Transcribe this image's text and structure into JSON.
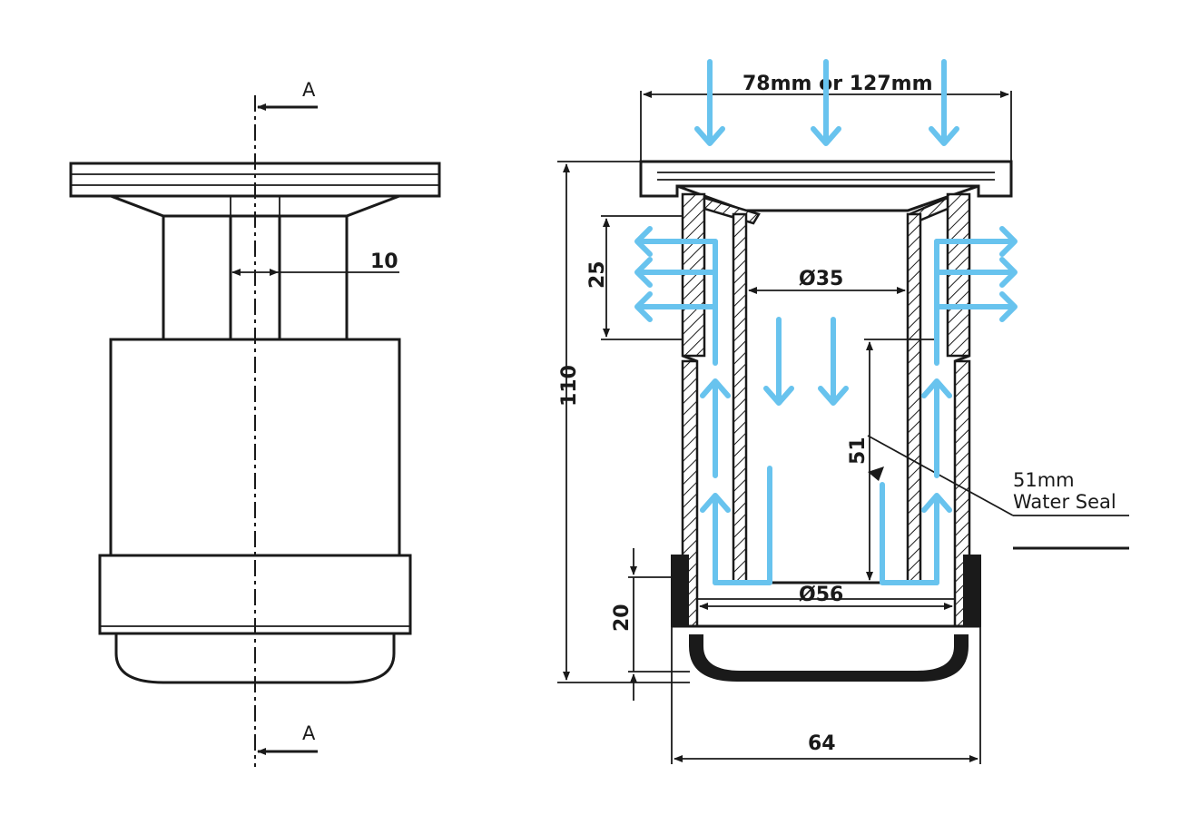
{
  "section_label_top": "A",
  "section_label_bottom": "A",
  "dims": {
    "width_top": "78mm or 127mm",
    "height_total": "110",
    "outlet_band": "25",
    "inner_dia": "Ø35",
    "seal_depth": "51",
    "outer_dia": "Ø56",
    "cap_height": "20",
    "cap_width": "64",
    "stem_gap": "10"
  },
  "callout": {
    "line1": "51mm",
    "line2": "Water Seal"
  },
  "colors": {
    "line": "#1a1a1a",
    "flow_arrow": "#68c3ee"
  }
}
